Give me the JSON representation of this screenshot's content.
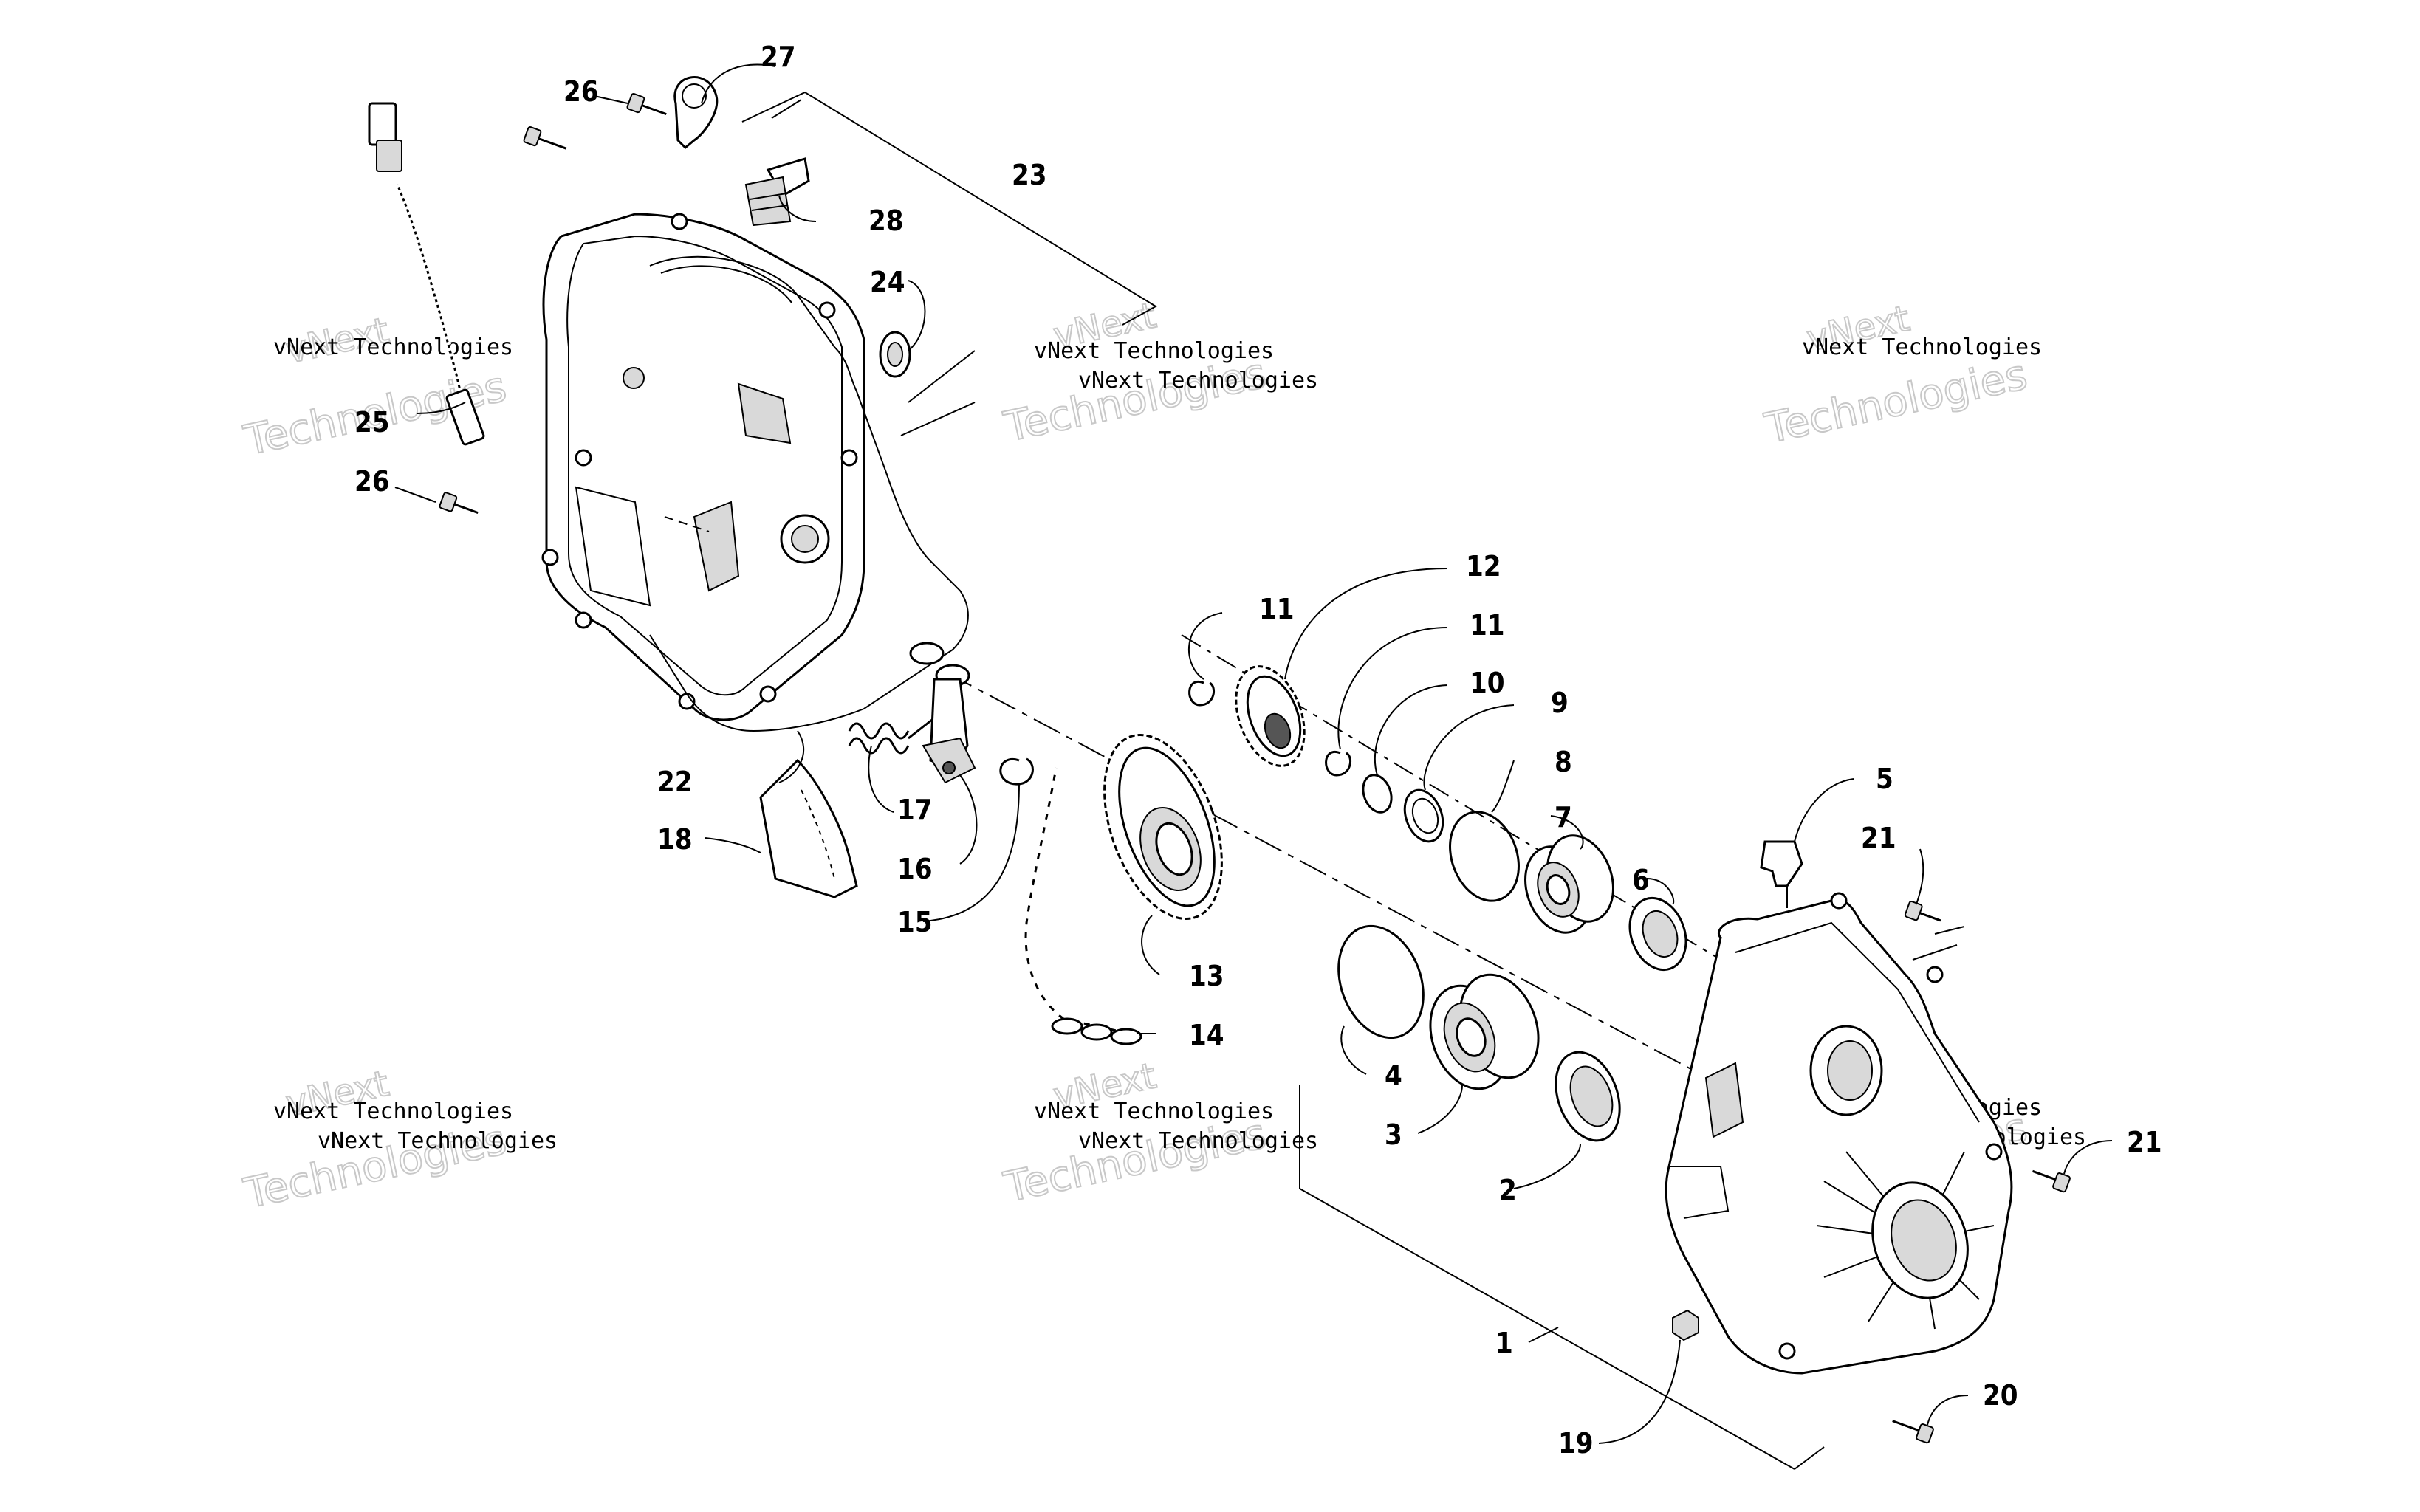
{
  "callouts": [
    {
      "id": "c1",
      "label": "1"
    },
    {
      "id": "c2",
      "label": "2"
    },
    {
      "id": "c3",
      "label": "3"
    },
    {
      "id": "c4",
      "label": "4"
    },
    {
      "id": "c5",
      "label": "5"
    },
    {
      "id": "c6",
      "label": "6"
    },
    {
      "id": "c7",
      "label": "7"
    },
    {
      "id": "c8",
      "label": "8"
    },
    {
      "id": "c9",
      "label": "9"
    },
    {
      "id": "c10",
      "label": "10"
    },
    {
      "id": "c11a",
      "label": "11"
    },
    {
      "id": "c11b",
      "label": "11"
    },
    {
      "id": "c12",
      "label": "12"
    },
    {
      "id": "c13",
      "label": "13"
    },
    {
      "id": "c14",
      "label": "14"
    },
    {
      "id": "c15",
      "label": "15"
    },
    {
      "id": "c16",
      "label": "16"
    },
    {
      "id": "c17",
      "label": "17"
    },
    {
      "id": "c18",
      "label": "18"
    },
    {
      "id": "c19",
      "label": "19"
    },
    {
      "id": "c20",
      "label": "20"
    },
    {
      "id": "c21a",
      "label": "21"
    },
    {
      "id": "c21b",
      "label": "21"
    },
    {
      "id": "c22",
      "label": "22"
    },
    {
      "id": "c23",
      "label": "23"
    },
    {
      "id": "c24",
      "label": "24"
    },
    {
      "id": "c25",
      "label": "25"
    },
    {
      "id": "c26a",
      "label": "26"
    },
    {
      "id": "c26b",
      "label": "26"
    },
    {
      "id": "c27",
      "label": "27"
    },
    {
      "id": "c28",
      "label": "28"
    }
  ],
  "watermark": {
    "line1": "vNext",
    "line2": "vNext Technologies",
    "line3": "Technologies"
  }
}
